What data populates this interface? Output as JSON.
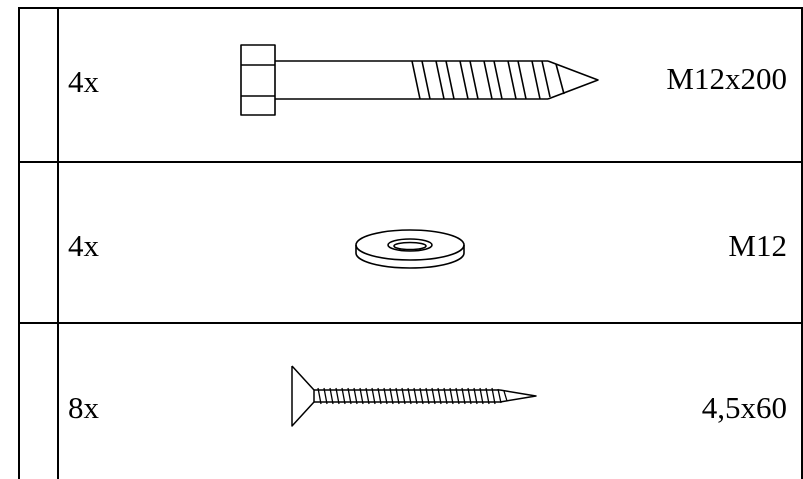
{
  "parts": [
    {
      "quantity": "4x",
      "size": "M12x200",
      "icon": "hex-lag-bolt-icon"
    },
    {
      "quantity": "4x",
      "size": "M12",
      "icon": "washer-icon"
    },
    {
      "quantity": "8x",
      "size": "4,5x60",
      "icon": "countersunk-wood-screw-icon"
    }
  ]
}
